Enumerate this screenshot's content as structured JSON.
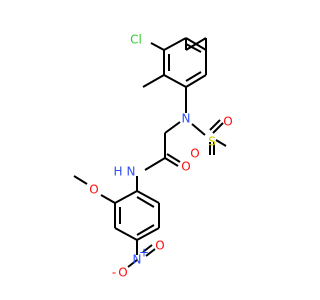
{
  "molecule": {
    "labels": {
      "chlorine": "Cl",
      "sulfonamide_nitrogen": "N",
      "sulfur": "S",
      "sulfonyl_oxygen_left": "O",
      "sulfonyl_oxygen_right": "O",
      "amide_nitrogen": "N",
      "amide_hydrogen": "H",
      "carbonyl_oxygen": "O",
      "methoxy_oxygen": "O",
      "nitro_nitrogen": "N",
      "nitro_charge_plus": "+",
      "nitro_oxygen_top": "O",
      "nitro_oxygen_bottom": "O",
      "nitro_charge_minus": "-"
    },
    "colors": {
      "bond": "#000000",
      "chlorine": "#33cc33",
      "oxygen": "#ff0d0d",
      "nitrogen": "#3050f8",
      "sulfur": "#cccc00"
    }
  }
}
